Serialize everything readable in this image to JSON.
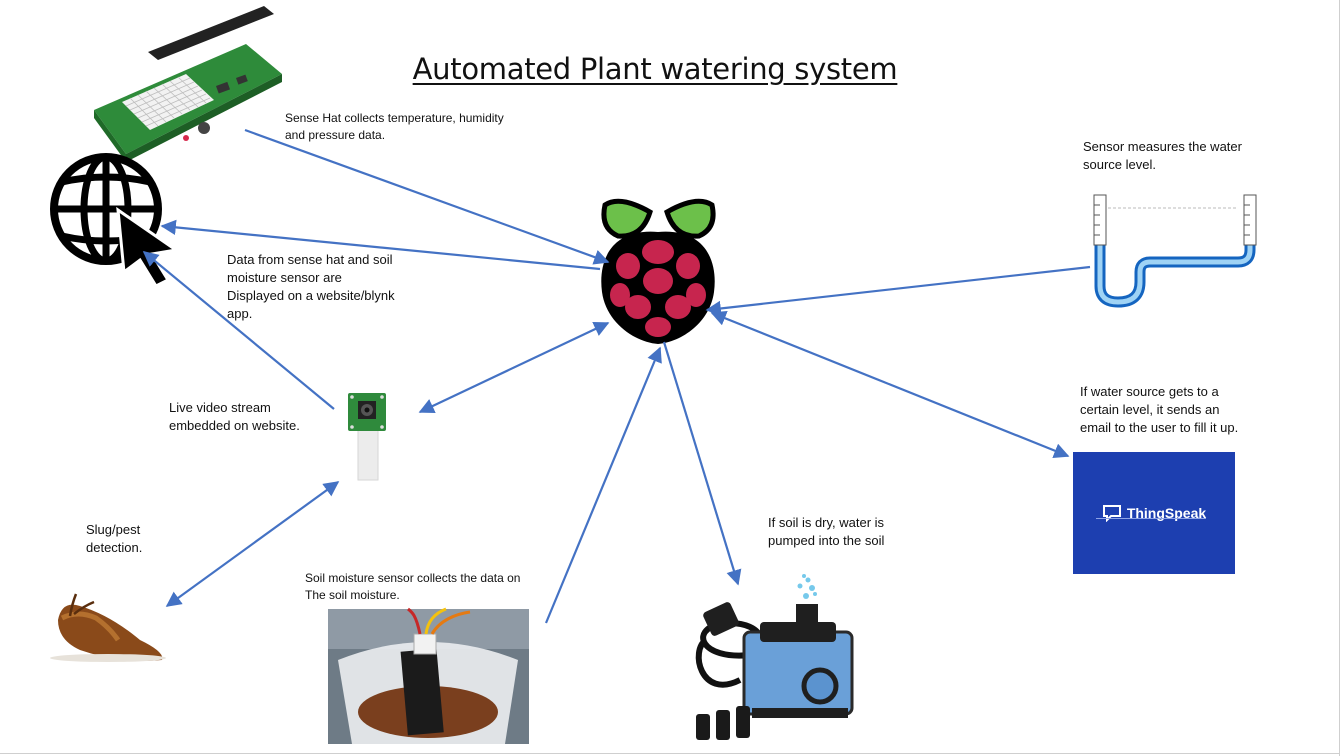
{
  "title": "Automated Plant watering system",
  "labels": {
    "sense_hat": "Sense Hat collects temperature, humidity\nand pressure data.",
    "website": "Data from sense hat and soil\nmoisture sensor are\nDisplayed on a website/blynk\napp.",
    "video": "Live video stream\nembedded on website.",
    "slug": "Slug/pest\ndetection.",
    "soil_sensor": "Soil moisture sensor collects the data on\nThe soil moisture.",
    "pump": "If soil is dry, water is\npumped into the soil",
    "water_level": "Sensor measures the water\nsource level.",
    "email": "If water source gets to a\ncertain level, it sends an\nemail to the user to fill it up."
  },
  "thingspeak": {
    "brand": "ThingSpeak",
    "color": "#1d3fb0"
  },
  "arrow_color": "#4472c4",
  "icons": [
    "raspberry-pi-logo",
    "globe-cursor-icon",
    "sense-hat-board",
    "camera-module",
    "slug-image",
    "soil-sensor-photo",
    "water-pump",
    "u-tube-level-sensor",
    "thingspeak-logo"
  ]
}
